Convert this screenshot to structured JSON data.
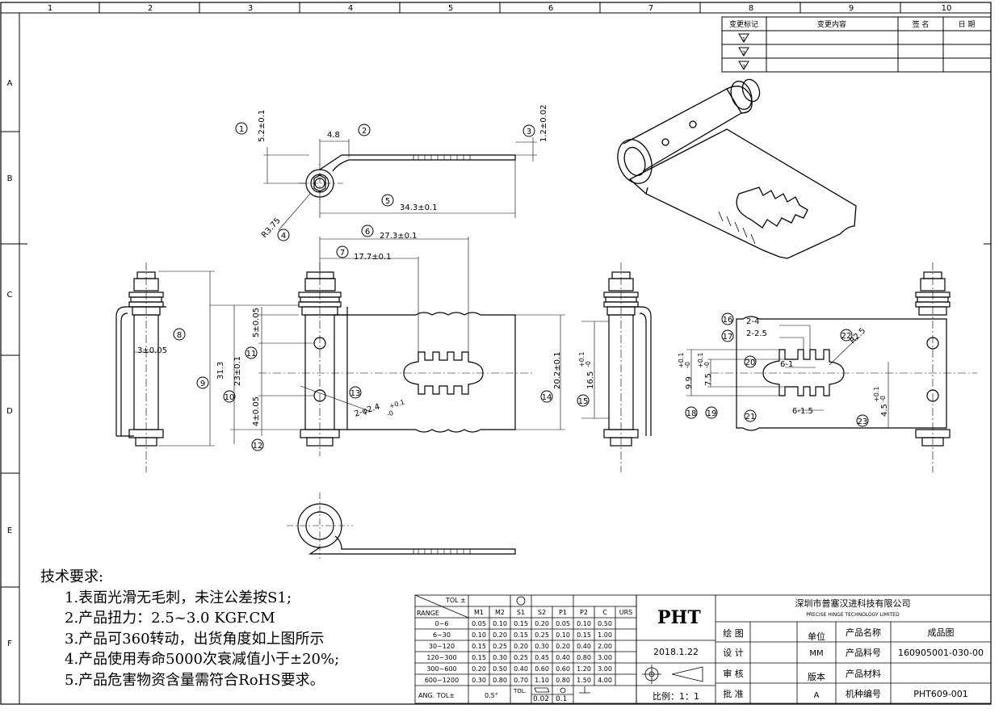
{
  "grid": {
    "columns": [
      "1",
      "2",
      "3",
      "4",
      "5",
      "6",
      "7",
      "8",
      "9",
      "10"
    ],
    "rows": [
      "A",
      "B",
      "C",
      "D",
      "E",
      "F"
    ]
  },
  "revision_table": {
    "headers": [
      "变更标记",
      "变更内容",
      "签 名",
      "日 期"
    ],
    "marks": [
      "1",
      "2",
      "3"
    ]
  },
  "dimensions": {
    "d1": "5.2±0.1",
    "d_48": "4.8",
    "d3": "1.2±0.02",
    "d5": "34.3±0.1",
    "d4": "R3.75",
    "d6": "27.3±0.1",
    "d7": "17.7±0.1",
    "d8": "3±0.05",
    "d9": "31.3",
    "d10": "23±0.1",
    "d11": "5±0.05",
    "d_4": "4±0.05",
    "d13": "2-φ2.4",
    "d13_tol": "+0.1",
    "d13_tol2": "-0",
    "d14": "20.2±0.1",
    "d15": "16.5",
    "d15_tol": "+0.1",
    "d15_tol2": "-0",
    "d16": "2-4",
    "d17": "2-2.5",
    "d20": "6-1",
    "d21": "6-1.5",
    "d22": "R2.5",
    "d_99": "9.9",
    "d_99_tol": "+0.1",
    "d_99_tol2": "-0",
    "d_75": "7.5",
    "d_75_tol": "+0.1",
    "d_75_tol2": "-0",
    "d_45": "4.5",
    "d_45_tol": "+0.1",
    "d_45_tol2": "-0"
  },
  "balloons": [
    "1",
    "2",
    "3",
    "4",
    "5",
    "6",
    "7",
    "8",
    "9",
    "10",
    "11",
    "12",
    "13",
    "14",
    "15",
    "16",
    "17",
    "18",
    "19",
    "20",
    "21",
    "22",
    "23"
  ],
  "tech_requirements": {
    "heading": "技术要求:",
    "items": [
      "1.表面光滑无毛刺，未注公差按S1;",
      "2.产品扭力：2.5~3.0 KGF.CM",
      "3.产品可360转动，出货角度如上图所示",
      "4.产品使用寿命5000次衰减值小于±20%;",
      "5.产品危害物资含量需符合RoHS要求。"
    ]
  },
  "tolerance_table": {
    "corner_top": "TOL ±",
    "corner_bottom": "RANGE",
    "headers": [
      "M1",
      "M2",
      "S1",
      "S2",
      "P1",
      "P2",
      "C",
      "URS"
    ],
    "rows": [
      {
        "range": "0~6",
        "values": [
          "0.05",
          "0.10",
          "0.15",
          "0.20",
          "0.05",
          "0.10",
          "0.50",
          ""
        ]
      },
      {
        "range": "6~30",
        "values": [
          "0.10",
          "0.20",
          "0.15",
          "0.25",
          "0.10",
          "0.15",
          "1.00",
          ""
        ]
      },
      {
        "range": "30~120",
        "values": [
          "0.15",
          "0.25",
          "0.20",
          "0.30",
          "0.20",
          "0.40",
          "2.00",
          ""
        ]
      },
      {
        "range": "120~300",
        "values": [
          "0.15",
          "0.30",
          "0.25",
          "0.45",
          "0.40",
          "0.80",
          "3.00",
          ""
        ]
      },
      {
        "range": "300~600",
        "values": [
          "0.20",
          "0.50",
          "0.40",
          "0.60",
          "0.60",
          "1.20",
          "3.00",
          ""
        ]
      },
      {
        "range": "600~1200",
        "values": [
          "0.30",
          "0.80",
          "0.70",
          "1.10",
          "0.80",
          "1.50",
          "4.00",
          ""
        ]
      }
    ],
    "angle_label": "ANG.  TOL±",
    "angle_value": "0.5°",
    "tol_label": "TOL.",
    "flatness": "0.02",
    "position": "0.1"
  },
  "title_block": {
    "logo": "PHT",
    "company_cn": "深圳市普塞汉进科技有限公司",
    "company_en": "PRECISE HINGE TECHNOLOGY LIMITED",
    "date": "2018.1.22",
    "labels": {
      "draw": "绘 图",
      "design": "设 计",
      "check": "审 核",
      "approve": "批 准",
      "unit": "单位",
      "version": "版本",
      "name": "产品名称",
      "number": "产品料号",
      "material": "产品材料",
      "model": "机种编号"
    },
    "unit_value": "MM",
    "version_value": "A",
    "name_value": "成品图",
    "number_value": "160905001-030-00",
    "model_value": "PHT609-001",
    "scale": "比例：1：1"
  }
}
